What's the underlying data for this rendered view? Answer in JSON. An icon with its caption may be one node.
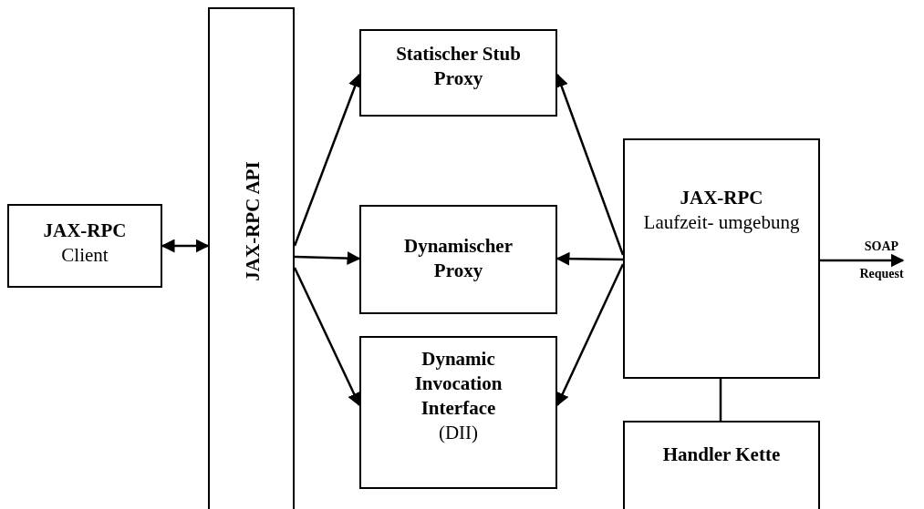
{
  "diagram": {
    "nodes": [
      {
        "text": [
          "JAX-RPC",
          "Client"
        ]
      },
      {
        "text": [
          "JAX-RPC API"
        ]
      },
      {
        "text": [
          "Statischer Stub Proxy"
        ]
      },
      {
        "text": [
          "Dynamischer Proxy"
        ]
      },
      {
        "text": [
          "Dynamic Invocation Interface",
          "(DII)"
        ]
      },
      {
        "text": [
          "JAX-RPC",
          "Laufzeit- umgebung"
        ]
      },
      {
        "text": [
          "Handler Kette"
        ]
      }
    ],
    "edges": [
      {
        "from": 0,
        "to": 1,
        "arrow": "both"
      },
      {
        "from": 1,
        "to": 2,
        "arrow": "to"
      },
      {
        "from": 1,
        "to": 3,
        "arrow": "to"
      },
      {
        "from": 1,
        "to": 4,
        "arrow": "to"
      },
      {
        "from": 5,
        "to": 2,
        "arrow": "to"
      },
      {
        "from": 5,
        "to": 3,
        "arrow": "to"
      },
      {
        "from": 5,
        "to": 4,
        "arrow": "to"
      },
      {
        "from": 5,
        "to": 6,
        "arrow": "none"
      },
      {
        "from": 5,
        "to": null,
        "arrow": "to",
        "label": "SOAP Request"
      }
    ]
  }
}
